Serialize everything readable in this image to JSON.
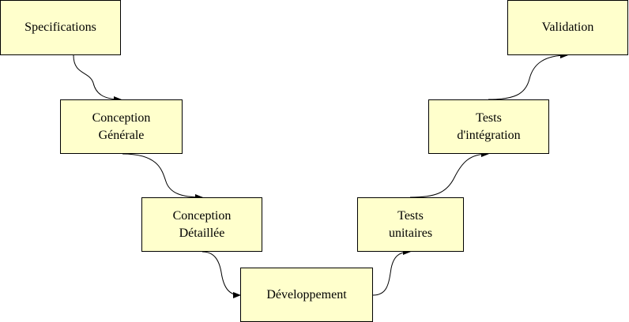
{
  "steps": [
    {
      "id": "specifications",
      "label": "Specifications"
    },
    {
      "id": "conception_generale",
      "label": "Conception\nGénérale"
    },
    {
      "id": "conception_detaillee",
      "label": "Conception\nDétaillée"
    },
    {
      "id": "developpement",
      "label": "Développement"
    },
    {
      "id": "tests_unitaires",
      "label": "Tests\nunitaires"
    },
    {
      "id": "tests_integration",
      "label": "Tests\nd'intégration"
    },
    {
      "id": "validation",
      "label": "Validation"
    }
  ],
  "colors": {
    "box_fill": "#ffffcc",
    "box_border": "#000000",
    "connector": "#000000"
  }
}
